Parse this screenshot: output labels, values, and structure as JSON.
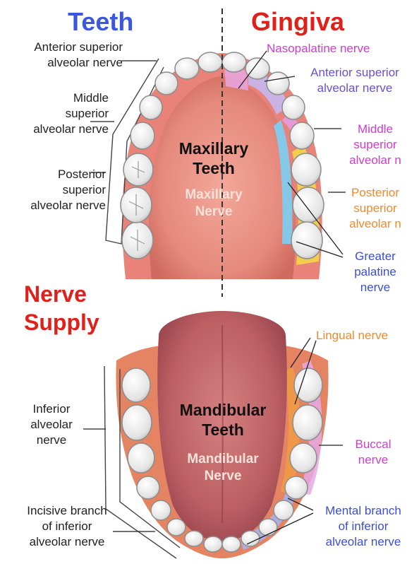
{
  "titles": {
    "teeth": "Teeth",
    "gingiva": "Gingiva",
    "nerve_supply": "Nerve\nSupply"
  },
  "maxillary": {
    "teeth_label": "Maxillary\nTeeth",
    "nerve_label": "Maxillary\nNerve",
    "left_labels": {
      "anterior": "Anterior superior\nalveolar nerve",
      "middle": "Middle\nsuperior\nalveolar nerve",
      "posterior": "Posterior\nsuperior\nalveolar nerve"
    },
    "right_labels": {
      "nasopalatine": "Nasopalatine nerve",
      "anterior": "Anterior superior\nalveolar nerve",
      "middle": "Middle\nsuperior\nalveolar n",
      "posterior": "Posterior\nsuperior\nalveolar n",
      "greater_palatine": "Greater\npalatine\nnerve"
    }
  },
  "mandibular": {
    "teeth_label": "Mandibular\nTeeth",
    "nerve_label": "Mandibular\nNerve",
    "left_labels": {
      "inferior": "Inferior\nalveolar\nnerve",
      "incisive": "Incisive branch\nof inferior\nalveolar nerve"
    },
    "right_labels": {
      "lingual": "Lingual nerve",
      "buccal": "Buccal\nnerve",
      "mental": "Mental branch\nof inferior\nalveolar nerve"
    }
  },
  "colors": {
    "title_blue": "#3b57e0",
    "title_red": "#e0201a",
    "nasopalatine": "#d23ad0",
    "anterior_superior": "#6a4fd6",
    "middle_superior": "#d23ad0",
    "posterior_superior": "#f08a2a",
    "greater_palatine": "#3a4fd8",
    "lingual": "#f08a2a",
    "buccal": "#d23ad0",
    "mental": "#3a4fd8"
  }
}
